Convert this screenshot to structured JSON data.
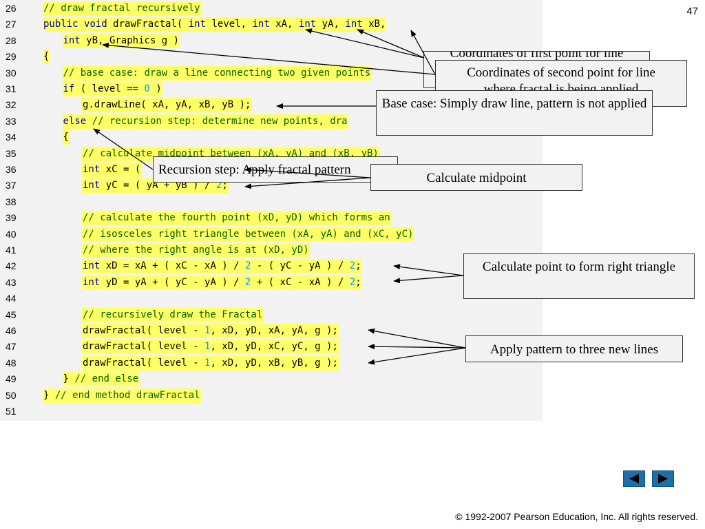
{
  "slide_number": "47",
  "code_lines": [
    {
      "n": "26",
      "indent": 0,
      "tokens": [
        {
          "t": "// draw fractal recursively",
          "c": "cm"
        }
      ]
    },
    {
      "n": "27",
      "indent": 0,
      "tokens": [
        {
          "t": "public",
          "c": "kw"
        },
        {
          "t": " "
        },
        {
          "t": "void",
          "c": "kw"
        },
        {
          "t": " drawFractal( "
        },
        {
          "t": "int",
          "c": "kw"
        },
        {
          "t": " level, "
        },
        {
          "t": "int",
          "c": "kw"
        },
        {
          "t": " xA, "
        },
        {
          "t": "int",
          "c": "kw"
        },
        {
          "t": " yA, "
        },
        {
          "t": "int",
          "c": "kw"
        },
        {
          "t": " xB,"
        }
      ]
    },
    {
      "n": "28",
      "indent": 1,
      "tokens": [
        {
          "t": "int",
          "c": "kw"
        },
        {
          "t": " yB, Graphics g )"
        }
      ]
    },
    {
      "n": "29",
      "indent": 0,
      "tokens": [
        {
          "t": "{"
        }
      ]
    },
    {
      "n": "30",
      "indent": 1,
      "tokens": [
        {
          "t": "// base case: draw a line connecting two given points",
          "c": "cm"
        }
      ]
    },
    {
      "n": "31",
      "indent": 1,
      "tokens": [
        {
          "t": "if",
          "c": "kw"
        },
        {
          "t": " ( level == "
        },
        {
          "t": "0",
          "c": "num"
        },
        {
          "t": " )"
        }
      ]
    },
    {
      "n": "32",
      "indent": 2,
      "tokens": [
        {
          "t": "g.drawLine( xA, yA, xB, yB );"
        }
      ]
    },
    {
      "n": "33",
      "indent": 1,
      "tokens": [
        {
          "t": "else",
          "c": "kw"
        },
        {
          "t": " "
        },
        {
          "t": "// recursion step: determine new points, dra",
          "c": "cm"
        }
      ]
    },
    {
      "n": "34",
      "indent": 1,
      "tokens": [
        {
          "t": "{"
        }
      ]
    },
    {
      "n": "35",
      "indent": 2,
      "tokens": [
        {
          "t": "// calculate midpoint between (xA, yA) and (xB, yB)",
          "c": "cm"
        }
      ]
    },
    {
      "n": "36",
      "indent": 2,
      "tokens": [
        {
          "t": "int",
          "c": "kw"
        },
        {
          "t": " xC = ("
        }
      ]
    },
    {
      "n": "37",
      "indent": 2,
      "tokens": [
        {
          "t": "int",
          "c": "kw"
        },
        {
          "t": " yC = ( yA + yB ) / "
        },
        {
          "t": "2",
          "c": "num"
        },
        {
          "t": ";"
        }
      ]
    },
    {
      "n": "38",
      "indent": 0,
      "tokens": []
    },
    {
      "n": "39",
      "indent": 2,
      "tokens": [
        {
          "t": "// calculate the fourth point (xD, yD) which forms an",
          "c": "cm"
        }
      ]
    },
    {
      "n": "40",
      "indent": 2,
      "tokens": [
        {
          "t": "// isosceles right triangle between (xA, yA) and (xC, yC)",
          "c": "cm"
        }
      ]
    },
    {
      "n": "41",
      "indent": 2,
      "tokens": [
        {
          "t": "// where the right angle is at (xD, yD)",
          "c": "cm"
        }
      ]
    },
    {
      "n": "42",
      "indent": 2,
      "tokens": [
        {
          "t": "int",
          "c": "kw"
        },
        {
          "t": " xD = xA + ( xC - xA ) / "
        },
        {
          "t": "2",
          "c": "num"
        },
        {
          "t": " - ( yC - yA ) / "
        },
        {
          "t": "2",
          "c": "num"
        },
        {
          "t": ";"
        }
      ]
    },
    {
      "n": "43",
      "indent": 2,
      "tokens": [
        {
          "t": "int",
          "c": "kw"
        },
        {
          "t": " yD = yA + ( yC - yA ) / "
        },
        {
          "t": "2",
          "c": "num"
        },
        {
          "t": " + ( xC - xA ) / "
        },
        {
          "t": "2",
          "c": "num"
        },
        {
          "t": ";"
        }
      ]
    },
    {
      "n": "44",
      "indent": 0,
      "tokens": []
    },
    {
      "n": "45",
      "indent": 2,
      "tokens": [
        {
          "t": "// recursively draw the Fractal",
          "c": "cm"
        }
      ]
    },
    {
      "n": "46",
      "indent": 2,
      "tokens": [
        {
          "t": "drawFractal( level - "
        },
        {
          "t": "1",
          "c": "num"
        },
        {
          "t": ", xD, yD, xA, yA, g );"
        }
      ]
    },
    {
      "n": "47",
      "indent": 2,
      "tokens": [
        {
          "t": "drawFractal( level - "
        },
        {
          "t": "1",
          "c": "num"
        },
        {
          "t": ", xD, yD, xC, yC, g );"
        }
      ]
    },
    {
      "n": "48",
      "indent": 2,
      "tokens": [
        {
          "t": "drawFractal( level - "
        },
        {
          "t": "1",
          "c": "num"
        },
        {
          "t": ", xD, yD, xB, yB, g );"
        }
      ]
    },
    {
      "n": "49",
      "indent": 1,
      "tokens": [
        {
          "t": "} "
        },
        {
          "t": "// end else",
          "c": "cm"
        }
      ]
    },
    {
      "n": "50",
      "indent": 0,
      "tokens": [
        {
          "t": "} "
        },
        {
          "t": "// end method drawFractal",
          "c": "cm"
        }
      ]
    },
    {
      "n": "51",
      "indent": 0,
      "tokens": []
    }
  ],
  "callouts": {
    "first_point": "Coordinates of first point for line",
    "second_point": "Coordinates of second point for line",
    "base_case": "Base case: Simply draw line, pattern is not applied",
    "hidden_fragment": "where fractal is being applied",
    "recursion_step": "Recursion step: Apply fractal pattern",
    "midpoint": "Calculate midpoint",
    "right_triangle": "Calculate point to form right triangle",
    "three_lines": "Apply pattern to three new lines"
  },
  "footer": {
    "copyright": "© 1992-2007 Pearson Education, Inc.  All rights reserved."
  },
  "colors": {
    "code_highlight": "#ffff66",
    "keyword": "#0000b0",
    "comment": "#006400",
    "number": "#0099ff",
    "nav_button": "#1e6fa8"
  },
  "icons": [
    "prev-arrow-icon",
    "next-arrow-icon"
  ]
}
